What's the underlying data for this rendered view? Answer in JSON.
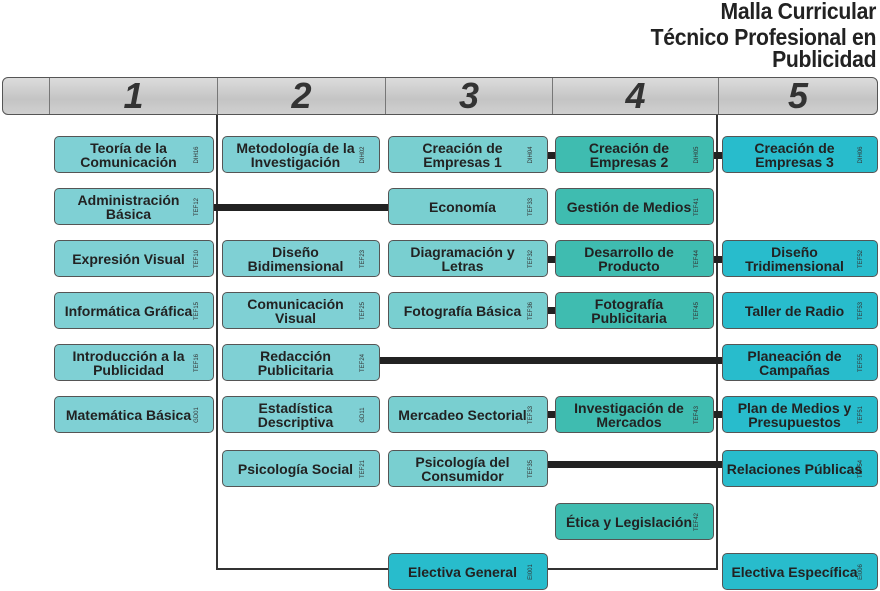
{
  "title": {
    "line1": "Malla Curricular",
    "line2": "Técnico Profesional en",
    "line3": "Publicidad"
  },
  "semesters": [
    "1",
    "2",
    "3",
    "4",
    "5"
  ],
  "colors": {
    "sem1": "#7fd0d4",
    "sem3": "#79cfd0",
    "sem4": "#3fbcb0",
    "sem5": "#28bccc"
  },
  "courses": {
    "teoria": {
      "name": "Teoría de la Comunicación",
      "code": "DIH16"
    },
    "admin": {
      "name": "Administración Básica",
      "code": "TEF12"
    },
    "expresion": {
      "name": "Expresión Visual",
      "code": "TEF10"
    },
    "informatica": {
      "name": "Informática Gráfica",
      "code": "TEF15"
    },
    "intro": {
      "name": "Introducción a la Publicidad",
      "code": "TEF16"
    },
    "matematica": {
      "name": "Matemática Básica",
      "code": "GD01"
    },
    "metodologia": {
      "name": "Metodología de la Investigación",
      "code": "DIH02"
    },
    "diseno_bi": {
      "name": "Diseño Bidimensional",
      "code": "TEF23"
    },
    "comunicacion": {
      "name": "Comunicación Visual",
      "code": "TEF25"
    },
    "redaccion": {
      "name": "Redacción Publicitaria",
      "code": "TEF24"
    },
    "estadistica": {
      "name": "Estadística Descriptiva",
      "code": "GD11"
    },
    "psicologia": {
      "name": "Psicología Social",
      "code": "TEF21"
    },
    "creacion1": {
      "name": "Creación de Empresas 1",
      "code": "DIH04"
    },
    "economia": {
      "name": "Economía",
      "code": "TEF33"
    },
    "diagramacion": {
      "name": "Diagramación y Letras",
      "code": "TEF32"
    },
    "fotografia": {
      "name": "Fotografía Básica",
      "code": "TEF36"
    },
    "mercadeo": {
      "name": "Mercadeo Sectorial",
      "code": "TEF33"
    },
    "psicologia_cons": {
      "name": "Psicología del Consumidor",
      "code": "TEF35"
    },
    "electiva_gen": {
      "name": "Electiva General",
      "code": "EI001"
    },
    "creacion2": {
      "name": "Creación de Empresas 2",
      "code": "DIH05"
    },
    "gestion": {
      "name": "Gestión de Medios",
      "code": "TEF41"
    },
    "desarrollo": {
      "name": "Desarrollo de Producto",
      "code": "TEF44"
    },
    "foto_pub": {
      "name": "Fotografía Publicitaria",
      "code": "TEF45"
    },
    "investigacion": {
      "name": "Investigación de Mercados",
      "code": "TEF43"
    },
    "etica": {
      "name": "Ética y Legislación",
      "code": "TEF42"
    },
    "creacion3": {
      "name": "Creación de Empresas 3",
      "code": "DIH06"
    },
    "diseno_tri": {
      "name": "Diseño Tridimensional",
      "code": "TEF52"
    },
    "radio": {
      "name": "Taller de Radio",
      "code": "TEF53"
    },
    "planeacion": {
      "name": "Planeación de Campañas",
      "code": "TEF55"
    },
    "plan_medios": {
      "name": "Plan de Medios y Presupuestos",
      "code": "TEF51"
    },
    "relaciones": {
      "name": "Relaciones Públicas",
      "code": "TEF54"
    },
    "electiva_esp": {
      "name": "Electiva Específica",
      "code": "EI006"
    }
  }
}
